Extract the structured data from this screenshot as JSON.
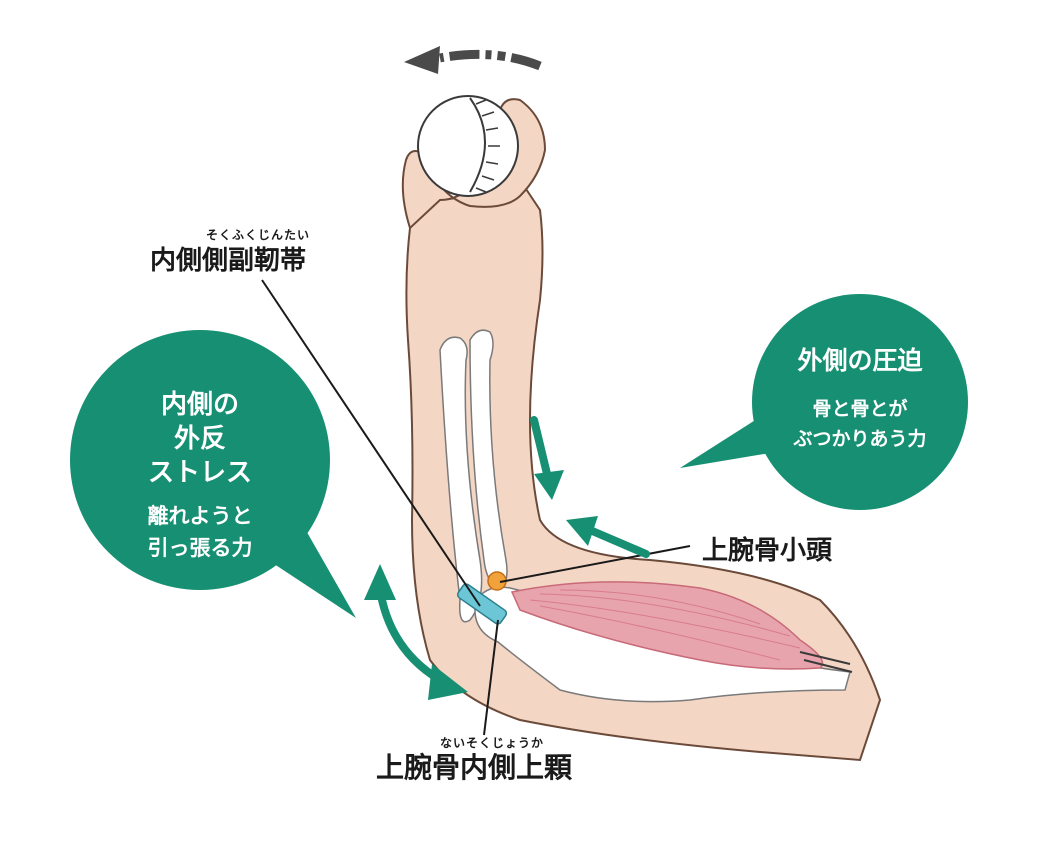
{
  "labels": {
    "ligament_ruby": "そくふくじんたい",
    "ligament": "内側側副靭帯",
    "capitulum": "上腕骨小頭",
    "epicondyle_ruby": "ないそくじょうか",
    "epicondyle": "上腕骨内側上顆"
  },
  "medial_bubble": {
    "title_lines": [
      "内側の",
      "外反",
      "ストレス"
    ],
    "desc_lines": [
      "離れようと",
      "引っ張る力"
    ]
  },
  "lateral_bubble": {
    "title": "外側の圧迫",
    "desc_lines": [
      "骨と骨とが",
      "ぶつかりあう力"
    ]
  },
  "colors": {
    "bubble": "#178f73",
    "skin": "#f4d6c4",
    "skin_outline": "#6b4a3a",
    "bone": "#ffffff",
    "muscle": "#e8a4ad",
    "ligament": "#6cc6d6",
    "impact": "#f2a23a",
    "arrow_dark": "#4a4a4a"
  }
}
